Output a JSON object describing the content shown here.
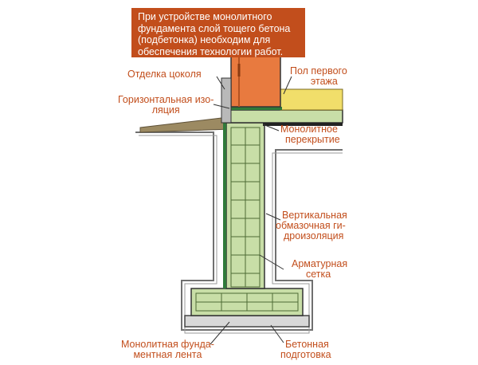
{
  "note": {
    "lines": [
      "При устройстве монолитного",
      "фундамента слой тощего бетона",
      "(подбетонка) необходим для",
      "обеспечения технологии работ."
    ]
  },
  "labels": {
    "plinth_finish": [
      "Отделка цоколя"
    ],
    "first_floor": [
      "Пол первого",
      "этажа"
    ],
    "horizontal_insulation": [
      "Горизонтальная изо-",
      "ляция"
    ],
    "monolithic_slab": [
      "Монолитное",
      "перекрытие"
    ],
    "vertical_waterproofing": [
      "Вертикальная",
      "обмазочная ги-",
      "дроизоляция"
    ],
    "rebar_mesh": [
      "Арматурная",
      "сетка"
    ],
    "strip_foundation": [
      "Монолитная фунда-",
      "ментная лента"
    ],
    "concrete_base": [
      "Бетонная",
      "подготовка"
    ]
  },
  "colors": {
    "accent": "#c24e1c",
    "concrete": "#c8dea7",
    "brick": "#e87a3f",
    "floor": "#f1de6a",
    "base": "#d8d8d8",
    "soil_line": "#707070"
  }
}
